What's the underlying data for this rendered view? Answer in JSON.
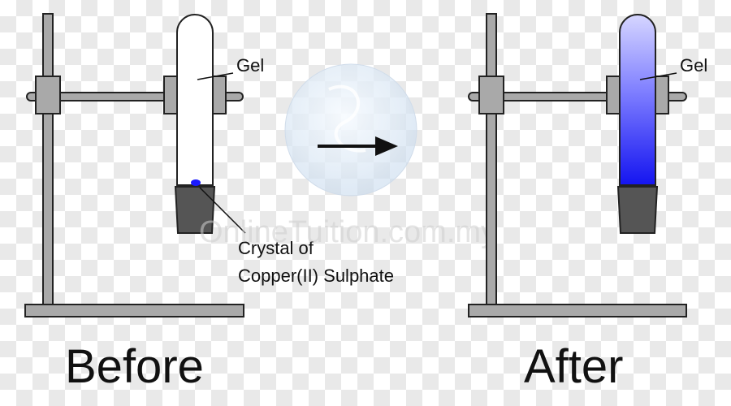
{
  "labels": {
    "gel_before": "Gel",
    "gel_after": "Gel",
    "crystal_line1": "Crystal of",
    "crystal_line2": "Copper(II) Sulphate",
    "before": "Before",
    "after": "After"
  },
  "watermark": "OnlineTuition.com.my",
  "colors": {
    "apparatus_gray": "#a9a9a9",
    "stopper_dark": "#555555",
    "outline": "#222222",
    "copper_sulphate_blue": "#1a1aff",
    "gel_light_blue": "#c8c8ff"
  }
}
